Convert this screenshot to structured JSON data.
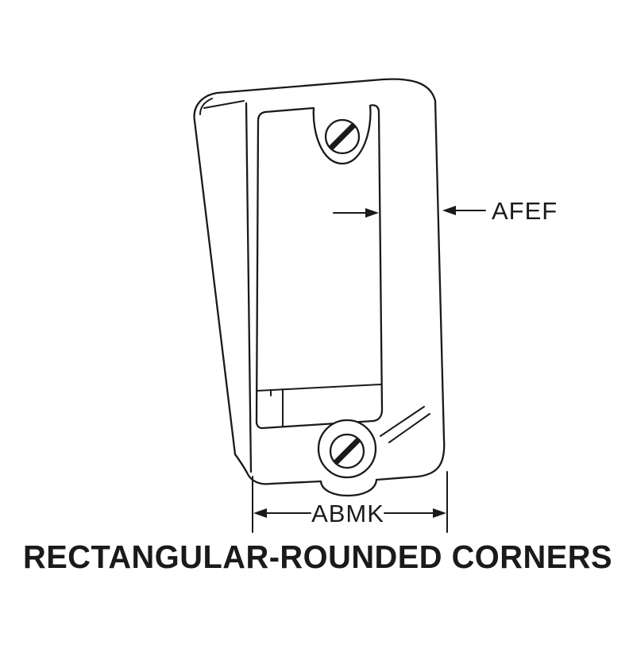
{
  "figure": {
    "caption": "RECTANGULAR-ROUNDED CORNERS",
    "dimension_labels": {
      "afef": "AFEF",
      "abmk": "ABMK"
    }
  },
  "colors": {
    "line": "#1a1a1a",
    "background": "#ffffff"
  }
}
